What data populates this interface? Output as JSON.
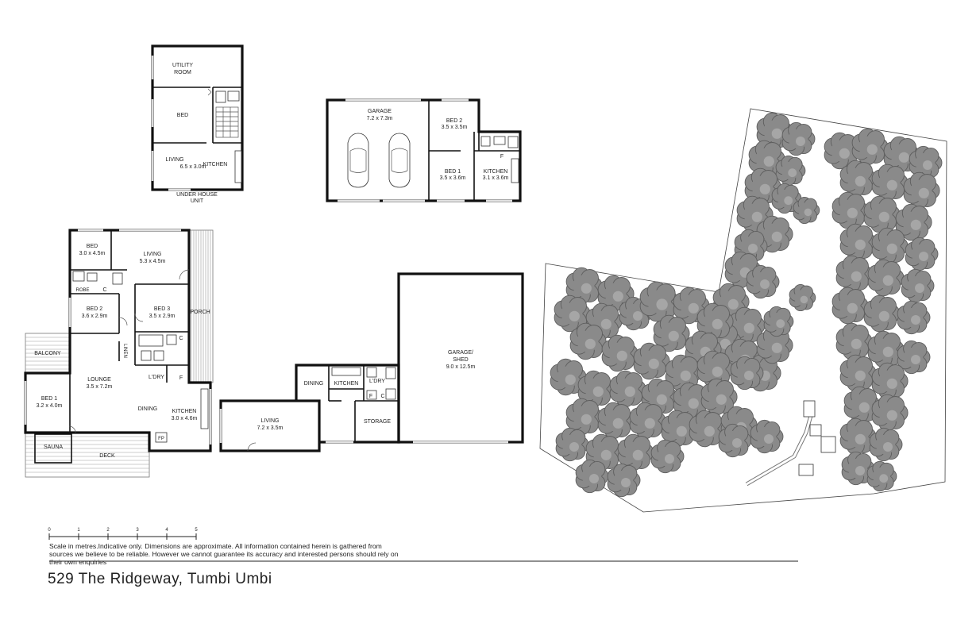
{
  "address": "529 The Ridgeway, Tumbi Umbi",
  "disclaimer": "Scale in metres.Indicative only. Dimensions are approximate. All information contained herein is gathered from sources we believe to be reliable. However we cannot guarantee its accuracy and interested persons should rely on their own enquiries",
  "scale_ticks": [
    "0",
    "1",
    "2",
    "3",
    "4",
    "5"
  ],
  "under_house_unit": {
    "caption_line1": "UNDER HOUSE",
    "caption_line2": "UNIT",
    "utility_line1": "UTILITY",
    "utility_line2": "ROOM",
    "bed": "BED",
    "living": "LIVING",
    "living_dims": "6.5 x 3.0m",
    "kitchen": "KITCHEN"
  },
  "garage_building": {
    "garage": "GARAGE",
    "garage_dims": "7.2 x 7.3m",
    "bed2": "BED 2",
    "bed2_dims": "3.5 x 3.5m",
    "bed1": "BED 1",
    "bed1_dims": "3.5 x 3.6m",
    "kitchen": "KITCHEN",
    "kitchen_dims": "3.1 x 3.6m",
    "fridge": "F"
  },
  "main_house": {
    "bed_top": "BED",
    "bed_top_dims": "3.0 x 4.5m",
    "living": "LIVING",
    "living_dims": "5.3 x 4.5m",
    "robe": "ROBE",
    "c1": "C",
    "bed2": "BED 2",
    "bed2_dims": "3.6 x 2.9m",
    "bed3": "BED 3",
    "bed3_dims": "3.5 x 2.9m",
    "porch": "PORCH",
    "c2": "C",
    "linen": "LINEN",
    "balcony": "BALCONY",
    "lounge": "LOUNGE",
    "lounge_dims": "3.5 x 7.2m",
    "ldry": "L'DRY",
    "fridge": "F",
    "bed1": "BED 1",
    "bed1_dims": "3.2 x 4.0m",
    "dining": "DINING",
    "kitchen": "KITCHEN",
    "kitchen_dims": "3.0 x 4.6m",
    "sauna": "SAUNA",
    "deck": "DECK",
    "fp": "FP"
  },
  "shed_building": {
    "living": "LIVING",
    "living_dims": "7.2 x 3.5m",
    "dining": "DINING",
    "kitchen": "KITCHEN",
    "ldry": "L'DRY",
    "fridge": "F",
    "c": "C",
    "storage": "STORAGE",
    "garage": "GARAGE/",
    "garage2": "SHED",
    "garage_dims": "9.0 x 12.5m"
  }
}
